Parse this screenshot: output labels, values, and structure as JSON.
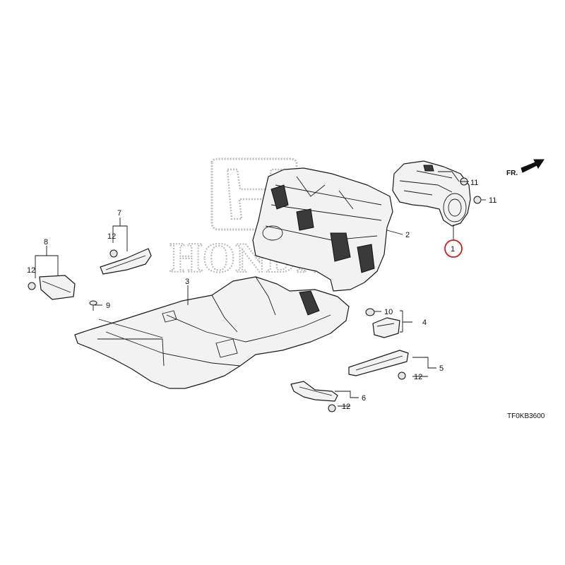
{
  "callouts": {
    "c1": "1",
    "c2": "2",
    "c3": "3",
    "c4": "4",
    "c5": "5",
    "c6": "6",
    "c7": "7",
    "c8": "8",
    "c9": "9",
    "c10": "10",
    "c11a": "11",
    "c11b": "11",
    "c12_7": "12",
    "c12_8": "12",
    "c12_5": "12",
    "c12_6": "12"
  },
  "direction_label": "FR.",
  "diagram_code": "TF0KB3600",
  "watermark_text": "HONDA",
  "highlight_color": "#d11a1a"
}
